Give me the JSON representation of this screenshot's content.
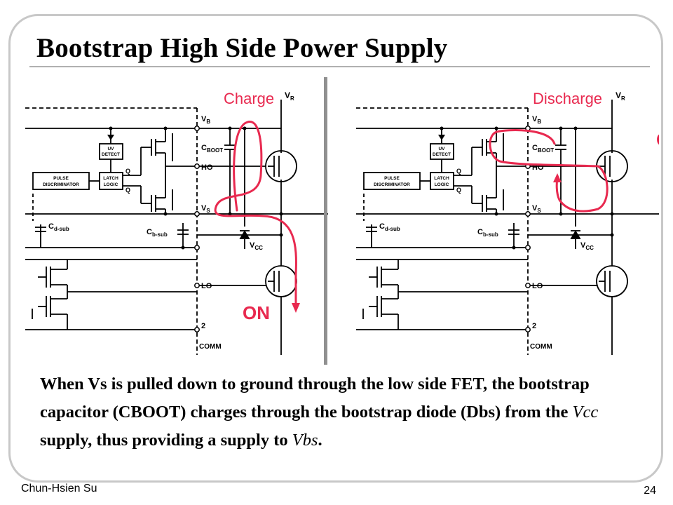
{
  "slide": {
    "title": "Bootstrap High Side Power Supply",
    "footer_author": "Chun-Hsien Su",
    "page_number": "24"
  },
  "diagrams": [
    {
      "annotation_label": "Charge",
      "on_label": "ON",
      "labels": {
        "vr": "V",
        "vr_sub": "R",
        "vb": "V",
        "vb_sub": "B",
        "cboot": "C",
        "cboot_sub": "BOOT",
        "ho": "HO",
        "vs": "V",
        "vs_sub": "S",
        "vcc": "V",
        "vcc_sub": "CC",
        "lo": "LO",
        "pin2": "2",
        "comm": "COMM",
        "cdsub": "C",
        "cdsub_sub": "d-sub",
        "cbsub": "C",
        "cbsub_sub": "b-sub",
        "uv1": "UV",
        "uv2": "DETECT",
        "pulse1": "PULSE",
        "pulse2": "DISCRIMINATOR",
        "latch1": "LATCH",
        "latch2": "LOGIC",
        "q": "Q",
        "qbar": "Q"
      }
    },
    {
      "annotation_label": "Discharge",
      "on_label": "ON",
      "labels": {
        "vr": "V",
        "vr_sub": "R",
        "vb": "V",
        "vb_sub": "B",
        "cboot": "C",
        "cboot_sub": "BOOT",
        "ho": "HO",
        "vs": "V",
        "vs_sub": "S",
        "vcc": "V",
        "vcc_sub": "CC",
        "lo": "LO",
        "pin2": "2",
        "comm": "COMM",
        "cdsub": "C",
        "cdsub_sub": "d-sub",
        "cbsub": "C",
        "cbsub_sub": "b-sub",
        "uv1": "UV",
        "uv2": "DETECT",
        "pulse1": "PULSE",
        "pulse2": "DISCRIMINATOR",
        "latch1": "LATCH",
        "latch2": "LOGIC",
        "q": "Q",
        "qbar": "Q"
      }
    }
  ],
  "body": {
    "t1": "When Vs is pulled down to ground through the low side FET, the bootstrap capacitor (CBOOT) charges through the bootstrap diode (Dbs) from the ",
    "vcc": "Vcc",
    "t2": " supply, thus providing a supply to ",
    "vbs": "Vbs",
    "t3": "."
  },
  "colors": {
    "annotation": "#e8294f",
    "frame": "#c8c8c8",
    "divider": "#909090"
  }
}
